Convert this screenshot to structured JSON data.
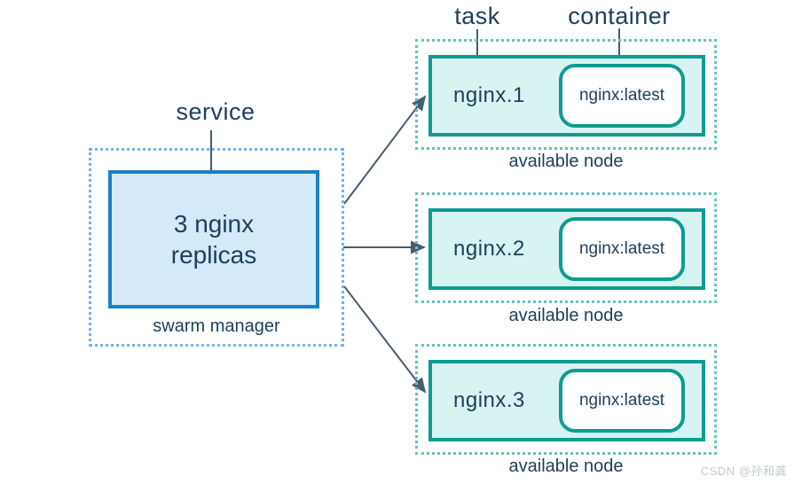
{
  "labels": {
    "service": "service",
    "task": "task",
    "container": "container"
  },
  "manager": {
    "replicas_text": "3 nginx\nreplicas",
    "caption": "swarm manager"
  },
  "nodes": [
    {
      "task": "nginx.1",
      "container": "nginx:latest",
      "caption": "available node"
    },
    {
      "task": "nginx.2",
      "container": "nginx:latest",
      "caption": "available node"
    },
    {
      "task": "nginx.3",
      "container": "nginx:latest",
      "caption": "available node"
    }
  ],
  "watermark": "CSDN @孙和龚",
  "colors": {
    "text_navy": "#1e3e5c",
    "blue_border": "#1b80c4",
    "blue_fill": "#d4eaf8",
    "blue_dots": "#74b4e0",
    "teal_border": "#0b9c93",
    "teal_fill": "#d8f4f2",
    "teal_dots": "#5ec6bf",
    "arrow": "#475d70",
    "watermark_gray": "#c3c8cc"
  }
}
